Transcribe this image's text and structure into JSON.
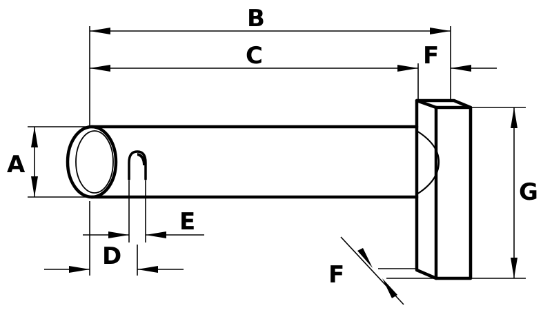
{
  "diagram": {
    "labels": {
      "a": "A",
      "b": "B",
      "c": "C",
      "d": "D",
      "e": "E",
      "f_top": "F",
      "f_bottom": "F",
      "g": "G"
    }
  }
}
